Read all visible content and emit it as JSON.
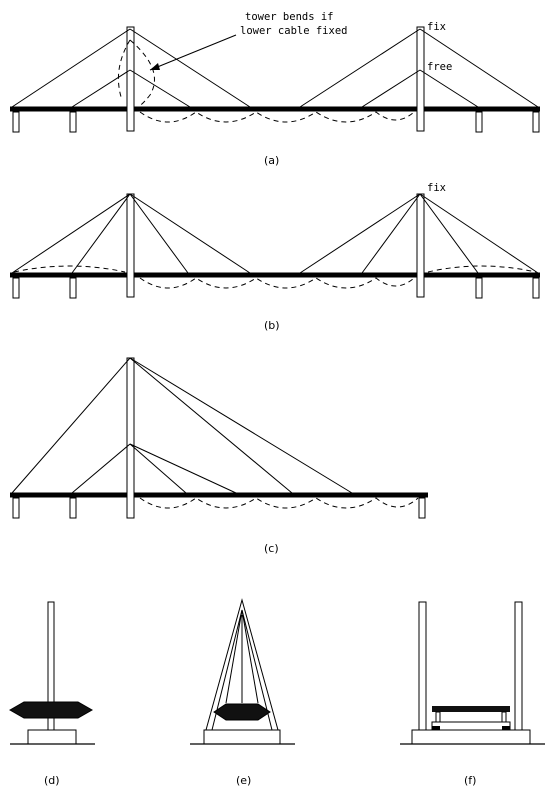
{
  "labels": {
    "a": "(a)",
    "b": "(b)",
    "c": "(c)",
    "d": "(d)",
    "e": "(e)",
    "f": "(f)"
  },
  "annotations": {
    "tower_note_line1": "tower bends if",
    "tower_note_line2": "lower cable fixed",
    "fix_a": "fix",
    "free_a": "free",
    "fix_b": "fix"
  }
}
